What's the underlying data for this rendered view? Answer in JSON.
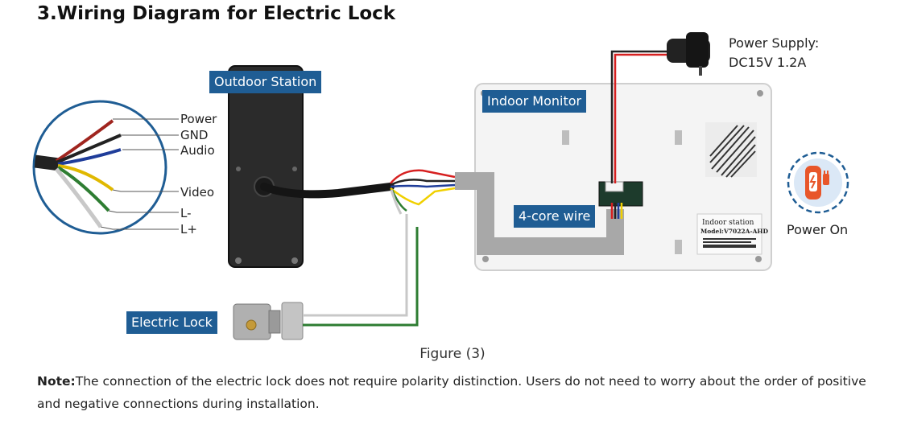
{
  "title": "3.Wiring Diagram for Electric Lock",
  "labels": {
    "outdoor_station": "Outdoor Station",
    "indoor_monitor": "Indoor Monitor",
    "four_core_wire": "4-core wire",
    "electric_lock": "Electric Lock",
    "power_supply_line1": "Power Supply:",
    "power_supply_line2": "DC15V 1.2A",
    "power_on": "Power On",
    "monitor_model_line1": "Indoor station",
    "monitor_model_line2": "Model:V7022A-AHD"
  },
  "wire_labels": {
    "power": "Power",
    "gnd": "GND",
    "audio": "Audio",
    "video": "Video",
    "l_minus": "L-",
    "l_plus": "L+"
  },
  "caption": "Figure (3)",
  "note": {
    "label": "Note:",
    "text": "The connection of the electric lock does not require polarity distinction. Users do not need to worry about the order of positive and negative connections during installation."
  },
  "colors": {
    "tag_blue": "#1f5d94",
    "wire_red": "#d62020",
    "wire_blue": "#1f3d9a",
    "wire_yellow": "#f0d000",
    "wire_green": "#2e7d32",
    "wire_white": "#bdbdbd",
    "connector_gray": "#a8a8a8",
    "power_icon_orange": "#e8562a"
  },
  "icons": {
    "power_on": "power-plug-icon",
    "adapter": "power-adapter-icon"
  }
}
